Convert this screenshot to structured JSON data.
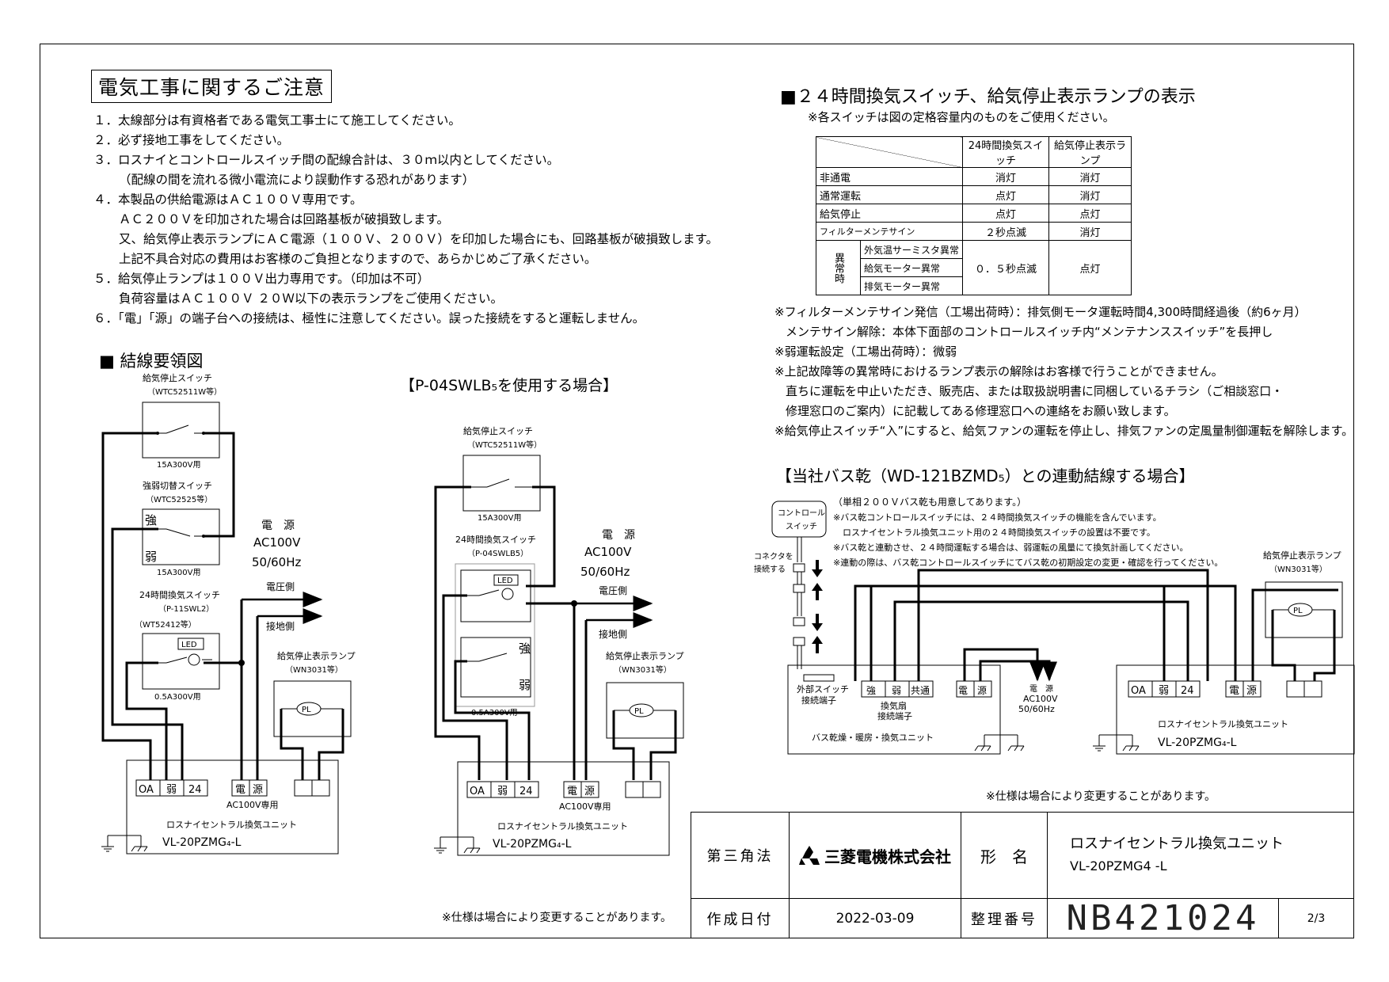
{
  "notes": {
    "title": "電気工事に関するご注意",
    "items": [
      "１．太線部分は有資格者である電気工事士にて施工してください。",
      "２．必ず接地工事をしてください。",
      "３．ロスナイとコントロールスイッチ間の配線合計は、３０ｍ以内としてください。",
      "（配線の間を流れる微小電流により誤動作する恐れがあります）",
      "４．本製品の供給電源はＡＣ１００Ｖ専用です。",
      "ＡＣ２００Ｖを印加された場合は回路基板が破損致します。",
      "又、給気停止表示ランプにＡＣ電源（１００Ｖ、２００Ｖ）を印加した場合にも、回路基板が破損致します。",
      "上記不具合対応の費用はお客様のご負担となりますので、あらかじめご了承ください。",
      "５．給気停止ランプは１００Ｖ出力専用です。（印加は不可）",
      "負荷容量はＡＣ１００Ｖ ２０Ｗ以下の表示ランプをご使用ください。",
      "６．「電」「源」の端子台への接続は、極性に注意してください。誤った接続をすると運転しません。"
    ]
  },
  "lamp_section": {
    "title": "■２４時間換気スイッチ、給気停止表示ランプの表示",
    "subtitle": "※各スイッチは図の定格容量内のものをご使用ください。",
    "headers": [
      "24時間換気スイッチ",
      "給気停止表示ランプ"
    ],
    "rows": [
      {
        "label": "非通電",
        "sw": "消灯",
        "lamp": "消灯"
      },
      {
        "label": "通常運転",
        "sw": "点灯",
        "lamp": "消灯"
      },
      {
        "label": "給気停止",
        "sw": "点灯",
        "lamp": "点灯"
      },
      {
        "label": "フィルターメンテサイン",
        "sw": "２秒点滅",
        "lamp": "消灯"
      }
    ],
    "abnormal_group": "異常時",
    "abnormal_rows": [
      "外気温サーミスタ異常",
      "給気モーター異常",
      "排気モーター異常"
    ],
    "abnormal_sw": "０．５秒点滅",
    "abnormal_lamp": "点灯"
  },
  "right_notes": [
    "※フィルターメンテサイン発信（工場出荷時）：排気側モータ運転時間4,300時間経過後（約6ヶ月）",
    "メンテサイン解除：本体下面部のコントロールスイッチ内“メンテナンススイッチ”を長押し",
    "※弱運転設定（工場出荷時）：微弱",
    "※上記故障等の異常時におけるランプ表示の解除はお客様で行うことができません。",
    "直ちに運転を中止いただき、販売店、または取扱説明書に同梱しているチラシ（ご相談窓口・",
    "修理窓口のご案内）に記載してある修理窓口への連絡をお願い致します。",
    "※給気停止スイッチ“入”にすると、給気ファンの運転を停止し、排気ファンの定風量制御運転を解除します。"
  ],
  "diagram1": {
    "title": "■ 結線要領図",
    "stop_switch": "給気停止スイッチ",
    "stop_switch_model": "（WTC52511W等）",
    "rating_15a": "15A300V用",
    "strong_weak_switch": "強弱切替スイッチ",
    "strong_weak_model": "（WTC52525等）",
    "strong": "強",
    "weak": "弱",
    "sw24": "24時間換気スイッチ",
    "sw24_model": "（P-11SWL2）",
    "sw24_model2": "（WT52412等）",
    "led": "LED",
    "rating_05a": "0.5A300V用",
    "power": "電　源",
    "ac100v": "AC100V",
    "hz": "50/60Hz",
    "voltage_side": "電圧側",
    "ground_side": "接地側",
    "lamp": "給気停止表示ランプ",
    "lamp_model": "（WN3031等）",
    "pl": "PL",
    "terminals": [
      "OA",
      "弱",
      "24"
    ],
    "power_terminals": [
      "電",
      "源"
    ],
    "ac_only": "AC100V専用",
    "unit_name": "ロスナイセントラル換気ユニット",
    "unit_model": "VL-20PZMG₄-L"
  },
  "diagram2": {
    "title": "【P-04SWLB₅を使用する場合】",
    "sw24_model": "（P-04SWLB5）"
  },
  "diagram3": {
    "title": "【当社バス乾（WD-121BZMD₅）との連動結線する場合】",
    "control_switch": [
      "コントロール",
      "スイッチ"
    ],
    "connector": [
      "コネクタを",
      "接続する"
    ],
    "notes": [
      "（単相２００Ｖバス乾も用意してあります。）",
      "※バス乾コントロールスイッチには、２４時間換気スイッチの機能を含んでいます。",
      "ロスナイセントラル換気ユニット用の２４時間換気スイッチの設置は不要です。",
      "※バス乾と連動させ、２４時間運転する場合は、弱運転の風量にて換気計画してください。",
      "※連動の際は、バス乾コントロールスイッチにてバス乾の初期設定の変更・確認を行ってください。"
    ],
    "external_switch": [
      "外部スイッチ",
      "接続端子"
    ],
    "fan_terminals": [
      "強",
      "弱",
      "共通"
    ],
    "fan_terminal_label": [
      "換気扇",
      "接続端子"
    ],
    "bath_unit": "バス乾燥・暖房・換気ユニット",
    "power": "電　源",
    "ac100v": "AC100V",
    "hz": "50/60Hz"
  },
  "spec_note": "※仕様は場合により変更することがあります。",
  "title_block": {
    "projection": "第三角法",
    "company": "三菱電機株式会社",
    "name_label": "形　名",
    "product_name": "ロスナイセントラル換気ユニット",
    "product_model": "VL-20PZMG4 -L",
    "date_label": "作成日付",
    "date": "2022-03-09",
    "number_label": "整理番号",
    "number": "NB421024",
    "page": "2/3"
  }
}
